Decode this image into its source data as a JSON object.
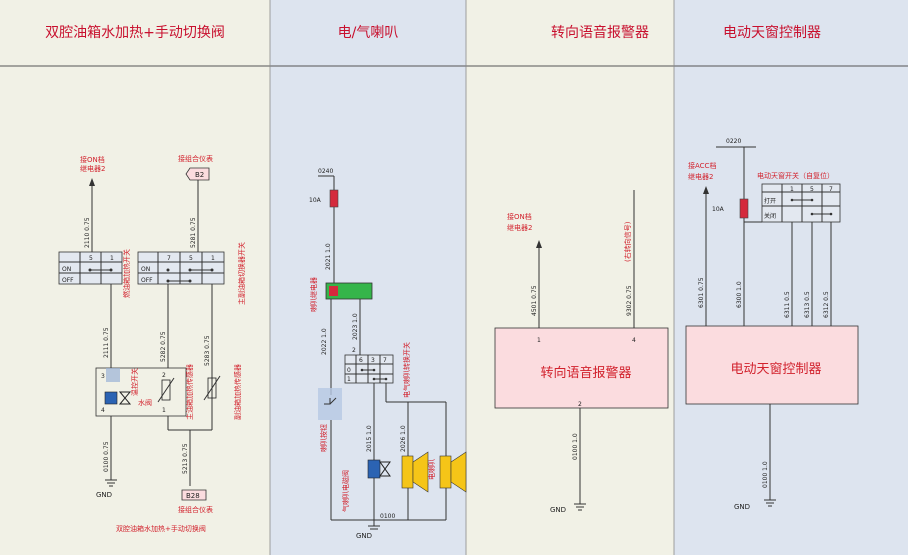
{
  "headers": {
    "col1": "双腔油箱水加热+手动切换阀",
    "col2": "电/气喇叭",
    "col3": "转向语音报警器",
    "col4": "电动天窗控制器"
  },
  "colors": {
    "bg1": "#f1f1e6",
    "bg2": "#dde4ef",
    "accent_red": "#c8102e",
    "pink_box": "#fbdcdf",
    "relay_green": "#35b54a",
    "valve_blue": "#2b63b3",
    "horn_yellow": "#f5c518",
    "fuse_red": "#d42a3d"
  },
  "p1": {
    "on_relay_line1": "接ON档",
    "on_relay_line2": "继电器2",
    "to_cluster_top": "接组合仪表",
    "b2": "B2",
    "wire_2110": "2110 0.75",
    "wire_5281": "5281 0.75",
    "wire_2111": "2111 0.75",
    "wire_5282": "5282 0.75",
    "wire_5283": "5283 0.75",
    "wire_5213": "5213 0.75",
    "wire_0100": "0100 0.75",
    "sw1_label": "燃油箱加热开关",
    "sw2_label": "主副油箱切换器开关",
    "on": "ON",
    "off": "OFF",
    "t5": "5",
    "t1": "1",
    "t7": "7",
    "valve_label": "水阀",
    "valve_switch_label": "温控开关",
    "sensor1_label": "主油箱加热传感器",
    "sensor2_label": "副油箱加热传感器",
    "t3": "3",
    "t4": "4",
    "t2": "2",
    "gnd": "GND",
    "b28": "B28",
    "to_cluster_bottom": "接组合仪表",
    "footer": "双腔油箱水加热+手动切换阀"
  },
  "p2": {
    "w0240": "0240",
    "fuse": "10A",
    "w2021": "2021 1.0",
    "relay": "喇叭继电器",
    "w2022": "2022 1.0",
    "w2023": "2023 1.0",
    "sw_label": "电气喇叭转换开关",
    "t6": "6",
    "t3": "3",
    "t7": "7",
    "t2": "2",
    "p0": "0",
    "p1": "1",
    "horn_btn": "喇叭按钮",
    "w2015": "2015 1.0",
    "w2026": "2026 1.0",
    "air_valve": "气喇叭电磁阀",
    "horn": "电喇叭",
    "w0100": "0100",
    "gnd": "GND"
  },
  "p3": {
    "relay_line1": "接ON档",
    "relay_line2": "继电器2",
    "right_signal": "(右转向信号)",
    "w4501": "4501 0.75",
    "w9302": "9302 0.75",
    "pin1": "1",
    "pin4": "4",
    "pin2": "2",
    "box": "转向语音报警器",
    "w0100": "0100 1.0",
    "gnd": "GND"
  },
  "p4": {
    "acc_line1": "接ACC档",
    "acc_line2": "继电器2",
    "w0220": "0220",
    "fuse": "10A",
    "switch_title": "电动天窗开关（自复位）",
    "t1": "1",
    "t5": "5",
    "t7": "7",
    "open": "打开",
    "close": "关闭",
    "w6301": "6301 0.75",
    "w6300": "6300 1.0",
    "w6311": "6311 0.5",
    "w6313": "6313 0.5",
    "w6312": "6312 0.5",
    "box": "电动天窗控制器",
    "w0100": "0100 1.0",
    "gnd": "GND"
  }
}
